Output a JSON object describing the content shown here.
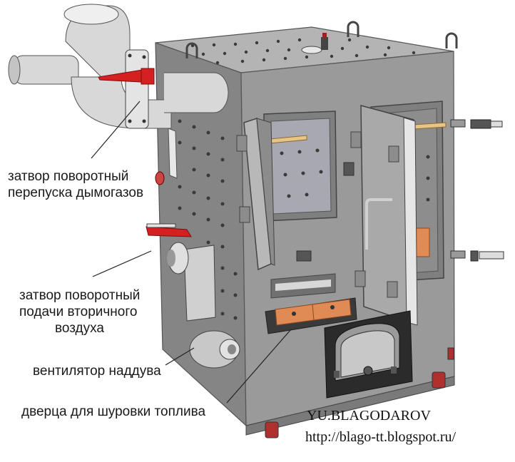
{
  "labels": {
    "bypass_damper": [
      "затвор поворотный",
      "перепуска дымогазов"
    ],
    "secondary_air_damper": [
      "затвор поворотный",
      "подачи вторичного",
      "воздуха"
    ],
    "fan": "вентилятор наддува",
    "stoking_door": "дверца для шуровки топлива"
  },
  "credit": {
    "author": "YU.BLAGODAROV",
    "url": "http://blago-tt.blogspot.ru/"
  },
  "colors": {
    "body_front": "#9a9a9a",
    "body_side": "#858585",
    "body_top": "#b4b4b4",
    "holes": "#3a3a3a",
    "damper_handle": "#d42020",
    "insulation": "#e9c487",
    "grate_tiles": "#e08a55",
    "door_frame": "#2b2b2b",
    "wheels": "#b03030",
    "pipe": "#d8d8d8"
  }
}
